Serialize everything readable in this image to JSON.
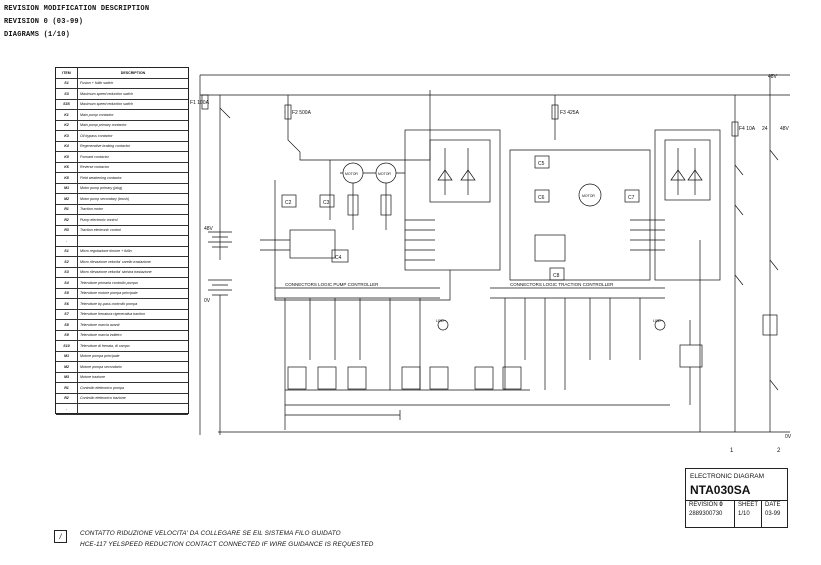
{
  "header": {
    "line1": "REVISION MODIFICATION DESCRIPTION",
    "line2": "REVISION 0 (03-99)",
    "line3": "DIAGRAMS (1/10)"
  },
  "legend": {
    "col_item": "ITEM",
    "col_desc": "DESCRIPTION",
    "rows": [
      {
        "item": "S1",
        "desc": "Fusion + fullin switch"
      },
      {
        "item": "S3",
        "desc": "Maximum speed reduction switch"
      },
      {
        "item": "S3S",
        "desc": "Maximum speed reduction switch"
      },
      {
        "item": "K1",
        "desc": "Main pump contactor"
      },
      {
        "item": "K2",
        "desc": "Main pump primary contactor"
      },
      {
        "item": "K3",
        "desc": "Oil bypass contactor"
      },
      {
        "item": "K4",
        "desc": "Regenerative braking contactor"
      },
      {
        "item": "K5",
        "desc": "Forward contactor"
      },
      {
        "item": "K6",
        "desc": "Reverse contactor"
      },
      {
        "item": "K8",
        "desc": "Field weakening contactor"
      },
      {
        "item": "M1",
        "desc": "Motor pump primary (plug)"
      },
      {
        "item": "M2",
        "desc": "Motor pump secondary (brush)"
      },
      {
        "item": "R1",
        "desc": "Traction motor"
      },
      {
        "item": "R2",
        "desc": "Pump electronic control"
      },
      {
        "item": "R3",
        "desc": "Traction electronic control"
      },
      {
        "item": ".",
        "desc": ""
      },
      {
        "item": "S1",
        "desc": "Micro regolazione timone + fullin"
      },
      {
        "item": "S2",
        "desc": "Micro rilevazione velocita' carello traslazione"
      },
      {
        "item": "S3",
        "desc": "Micro rilevazione velocita' sinistra traslazione"
      },
      {
        "item": "S4",
        "desc": "Telerutture primaria controllo pompa"
      },
      {
        "item": "S5",
        "desc": "Telerutture motore pompa principale"
      },
      {
        "item": "S6",
        "desc": "Telerutture by-pass controllo pompa"
      },
      {
        "item": "S7",
        "desc": "Telerutture frenatura rigenerativa traction"
      },
      {
        "item": "S8",
        "desc": "Telerutture marcia avanti"
      },
      {
        "item": "S9",
        "desc": "Telerutture marcia indietro"
      },
      {
        "item": "S10",
        "desc": "Telerutture di frenata, di campo"
      },
      {
        "item": "M1",
        "desc": "Motore pompa principale"
      },
      {
        "item": "M2",
        "desc": "Motore pompa secondario"
      },
      {
        "item": "M3",
        "desc": "Motore trazione"
      },
      {
        "item": "R1",
        "desc": "Controllo elettronico pompa"
      },
      {
        "item": "R2",
        "desc": "Controllo elettronico trazione"
      },
      {
        "item": ".",
        "desc": ""
      }
    ]
  },
  "diagram": {
    "voltage_top": "48V",
    "voltage_mid": "48V",
    "voltage_batt": "0V",
    "pump_controller_label": "CONNECTORS LOGIC PUMP CONTROLLER",
    "traction_controller_label": "CONNECTORS LOGIC TRACTION CONTROLLER",
    "motor_pump_1": "MOTOR",
    "motor_pump_2": "MOTOR",
    "motor_traction": "MOTOR",
    "led_pump": "LED",
    "led_traction": "LED",
    "fuse_main": "F1 100A",
    "fuse_pump": "F2 500A",
    "fuse_traction": "F3 425A",
    "fuse_aux": "F4 10A",
    "capacitors_left": [
      "C2",
      "C3",
      "C4"
    ],
    "capacitors_right": [
      "C5",
      "C6",
      "C7",
      "C8"
    ],
    "column_labels": [
      "1",
      "2"
    ],
    "right_labels": [
      "24",
      "48V",
      "0V"
    ]
  },
  "title_block": {
    "heading": "ELECTRONIC DIAGRAM",
    "code": "NTA030SA",
    "revision_label": "REVISION",
    "revision_value": "0",
    "sheet_label": "SHEET",
    "date_label": "DATE",
    "part_number": "2889300730",
    "sheet_value": "1/10",
    "date_value": "03-99"
  },
  "footnote": {
    "mark": "/",
    "line1": "CONTATTO RIDUZIONE VELOCITA' DA COLLEGARE SE EIL SISTEMA FILO GUIDATO",
    "line2": "HCE-117 YELSPEED REDUCTION CONTACT CONNECTED IF WIRE GUIDANCE IS REQUESTED"
  }
}
